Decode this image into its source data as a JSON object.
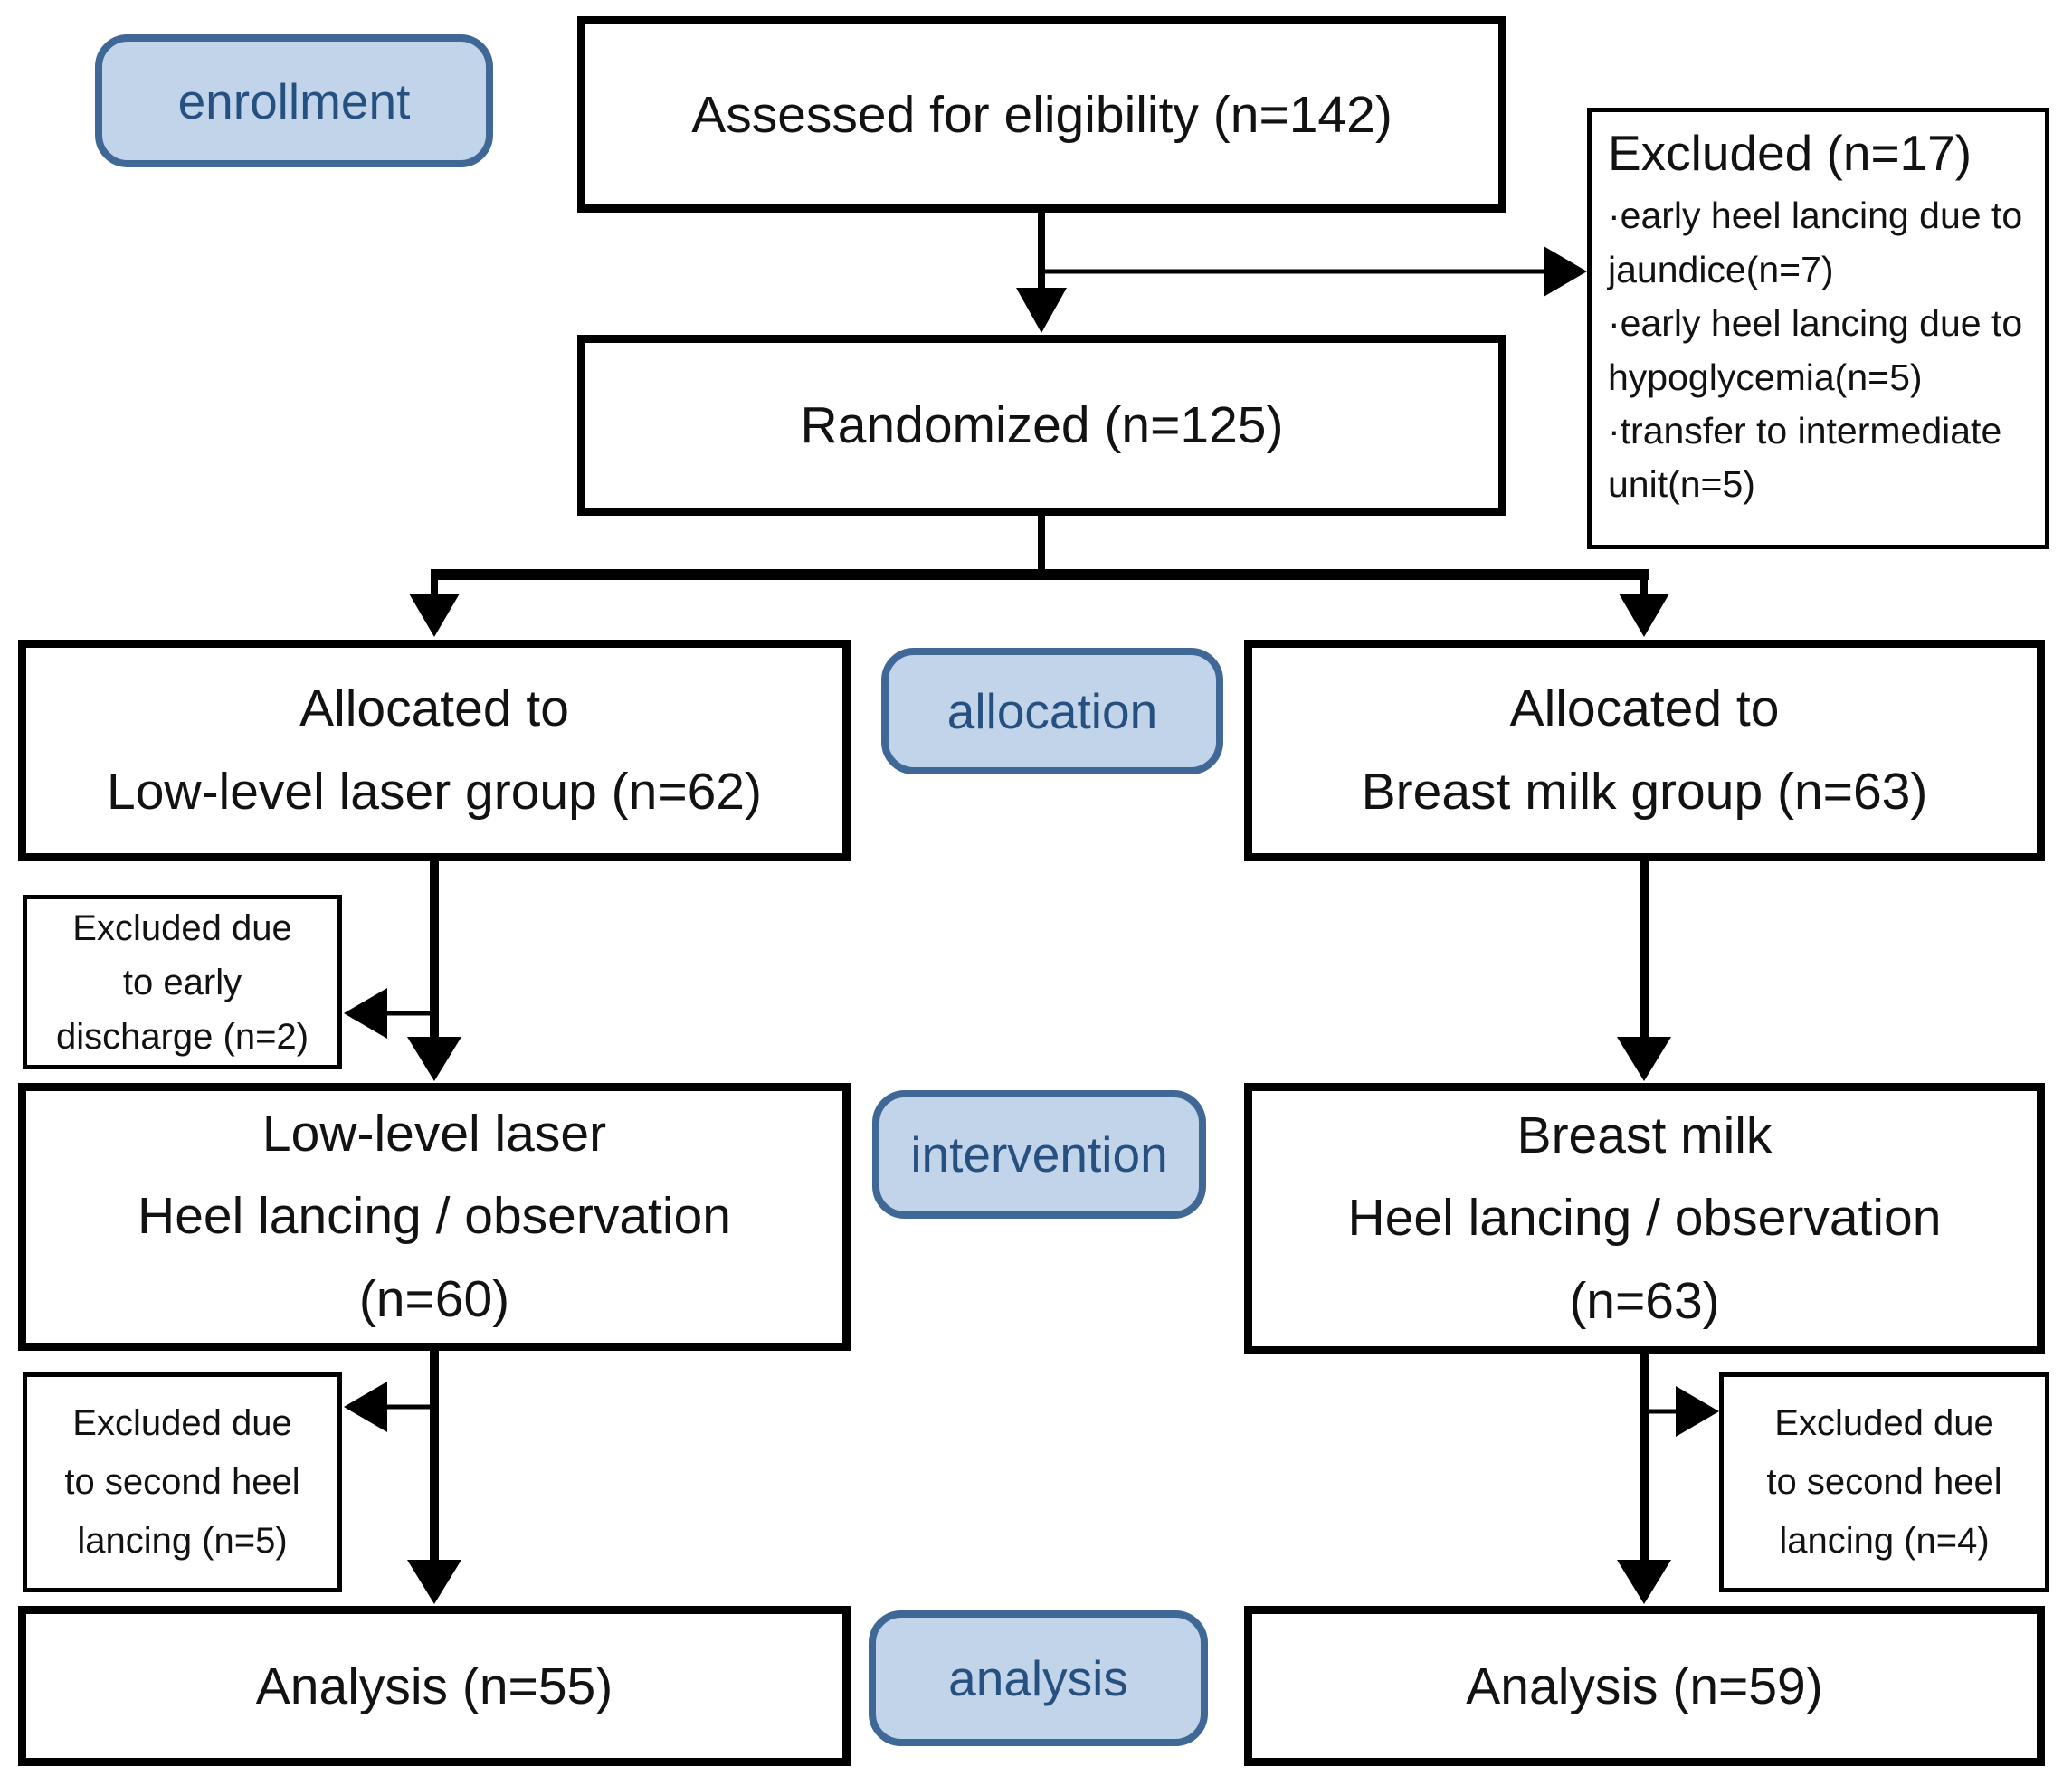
{
  "diagram": {
    "stages": {
      "enrollment": "enrollment",
      "allocation": "allocation",
      "intervention": "intervention",
      "analysis": "analysis"
    },
    "nodes": {
      "assessed": {
        "lines": [
          "Assessed for eligibility (n=142)"
        ]
      },
      "excluded_enrollment": {
        "title": "Excluded (n=17)",
        "reasons": [
          "·early heel lancing due to jaundice(n=7)",
          "·early heel lancing due to hypoglycemia(n=5)",
          "·transfer to intermediate unit(n=5)"
        ]
      },
      "randomized": {
        "lines": [
          "Randomized (n=125)"
        ]
      },
      "allocated_laser": {
        "lines": [
          "Allocated to",
          "Low-level laser group (n=62)"
        ]
      },
      "allocated_breast": {
        "lines": [
          "Allocated to",
          "Breast milk group (n=63)"
        ]
      },
      "excluded_discharge": {
        "lines": [
          "Excluded due",
          "to early",
          "discharge (n=2)"
        ]
      },
      "intervention_laser": {
        "lines": [
          "Low-level laser",
          "Heel lancing / observation",
          "(n=60)"
        ]
      },
      "intervention_breast": {
        "lines": [
          "Breast milk",
          "Heel lancing / observation",
          "(n=63)"
        ]
      },
      "excluded_heel_laser": {
        "lines": [
          "Excluded due",
          "to second heel",
          "lancing (n=5)"
        ]
      },
      "excluded_heel_breast": {
        "lines": [
          "Excluded due",
          "to second heel",
          "lancing (n=4)"
        ]
      },
      "analysis_laser": {
        "lines": [
          "Analysis (n=55)"
        ]
      },
      "analysis_breast": {
        "lines": [
          "Analysis (n=59)"
        ]
      }
    },
    "colors": {
      "stage_fill": "#c1d4ea",
      "stage_border": "#3f6896",
      "stage_text": "#25507f",
      "box_border": "#000000",
      "arrow": "#000000"
    }
  }
}
